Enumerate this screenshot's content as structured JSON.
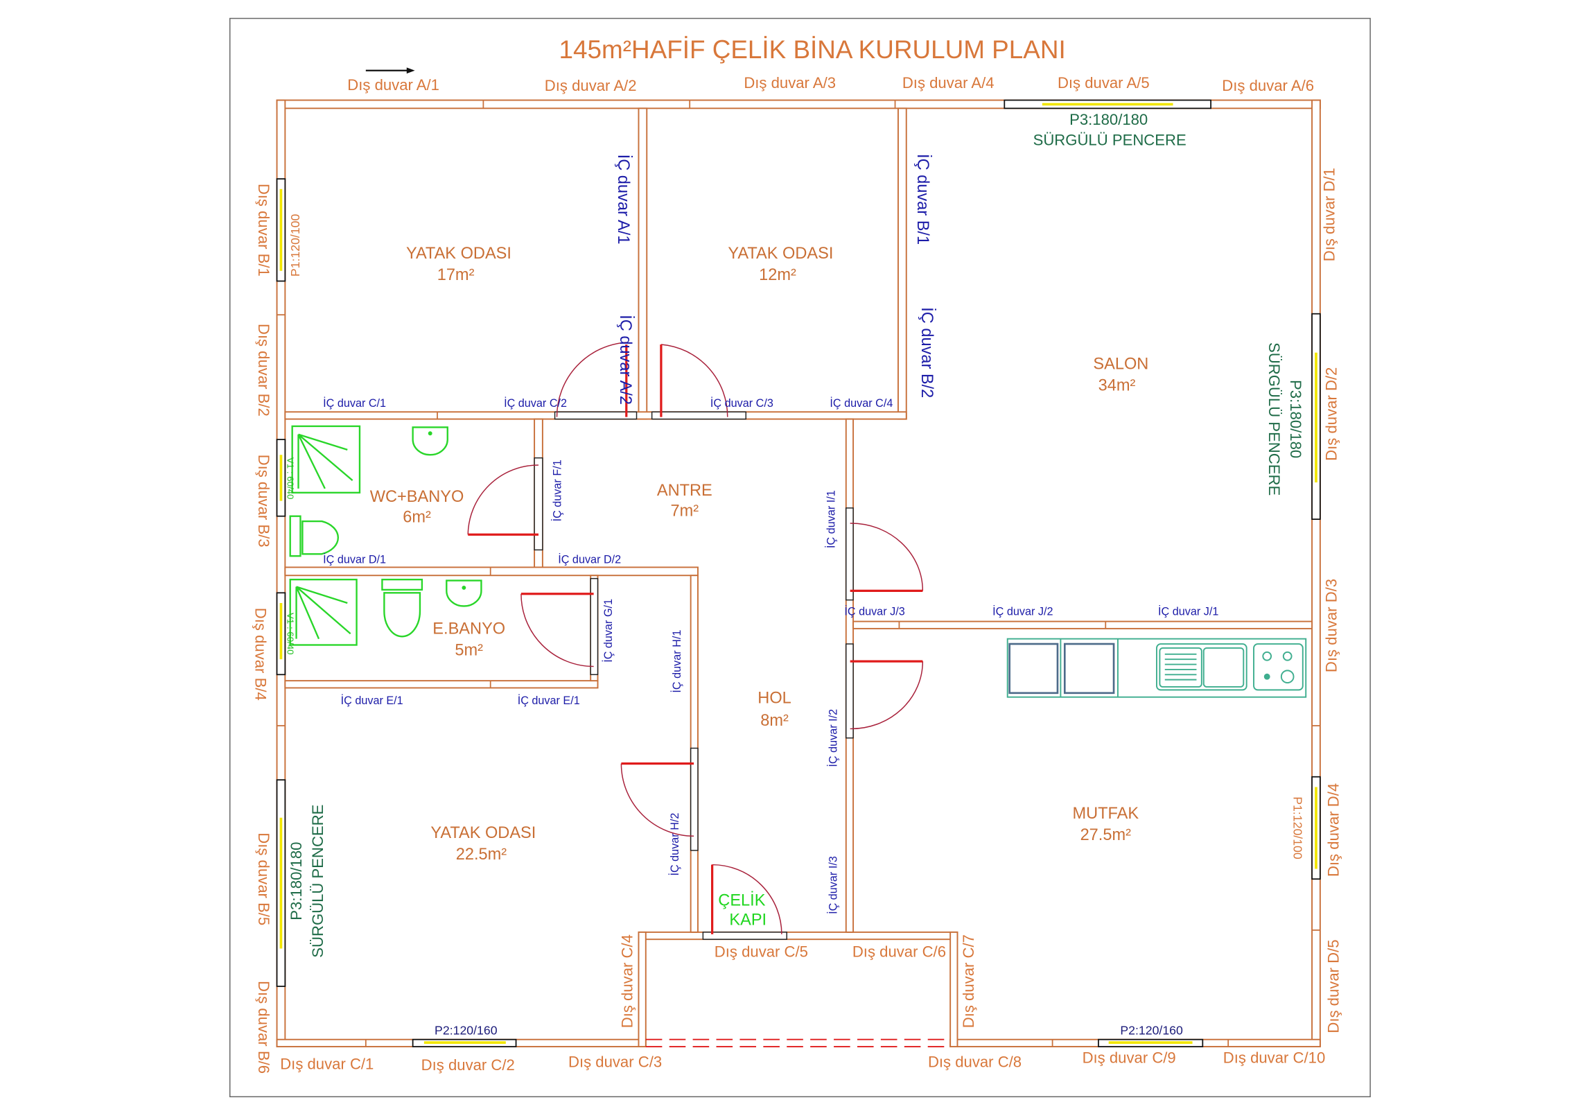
{
  "title": {
    "main": "145m²HAFİF ÇELİK BİNA KURULUM PLANI"
  },
  "colors": {
    "wall": "#c8703a",
    "text_orange": "#d8773a",
    "text_blue": "#1c1ca8",
    "window_label": "#1e6b47",
    "fixtures": "#29d629",
    "door_leaf": "#e01b1b"
  },
  "exterior_walls": {
    "top": [
      "Dış duvar  A/1",
      "Dış duvar  A/2",
      "Dış duvar  A/3",
      "Dış duvar  A/4",
      "Dış duvar  A/5",
      "Dış duvar  A/6"
    ],
    "left": [
      "Dış duvar  B/1",
      "Dış duvar  B/2",
      "Dış duvar  B/3",
      "Dış duvar  B/4",
      "Dış duvar  B/5",
      "Dış duvar  B/6"
    ],
    "right": [
      "Dış duvar  D/1",
      "Dış duvar  D/2",
      "Dış duvar  D/3",
      "Dış duvar  D/4",
      "Dış duvar  D/5"
    ],
    "bottom": [
      "Dış duvar  C/1",
      "Dış duvar  C/2",
      "Dış duvar  C/3",
      "Dış duvar  C/4",
      "Dış duvar  C/5",
      "Dış duvar  C/6",
      "Dış duvar  C/7",
      "Dış duvar  C/8",
      "Dış duvar  C/9",
      "Dış duvar  C/10"
    ]
  },
  "interior_walls": {
    "large": [
      "İÇ duvar  A/1",
      "İÇ duvar  A/2",
      "İÇ duvar  B/1",
      "İÇ duvar  B/2"
    ],
    "small": [
      "İÇ duvar  C/1",
      "İÇ duvar  C/2",
      "İÇ duvar  C/3",
      "İÇ duvar  C/4",
      "İÇ duvar  D/1",
      "İÇ duvar  D/2",
      "İÇ duvar  E/1",
      "İÇ duvar  E/1",
      "İÇ duvar  J/3",
      "İÇ duvar  J/2",
      "İÇ duvar  J/1",
      "İÇ duvar  F/1",
      "İÇ duvar  G/1",
      "İÇ duvar  H/1",
      "İÇ duvar  H/2",
      "İÇ duvar  I/1",
      "İÇ duvar  I/2",
      "İÇ duvar  I/3"
    ]
  },
  "rooms": [
    {
      "name": "YATAK ODASI",
      "area": "17m²"
    },
    {
      "name": "YATAK ODASI",
      "area": "12m²"
    },
    {
      "name": "SALON",
      "area": "34m²"
    },
    {
      "name": "WC+BANYO",
      "area": "6m²"
    },
    {
      "name": "ANTRE",
      "area": "7m²"
    },
    {
      "name": "E.BANYO",
      "area": "5m²"
    },
    {
      "name": "HOL",
      "area": "8m²"
    },
    {
      "name": "YATAK ODASI",
      "area": "22.5m²"
    },
    {
      "name": "MUTFAK",
      "area": "27.5m²"
    }
  ],
  "entrance": {
    "line1": "ÇELİK",
    "line2": "KAPI"
  },
  "windows": {
    "top_code": "P3:180/180",
    "top_type": "SÜRGÜLÜ PENCERE",
    "left_p1": "P1:120/100",
    "left_p3_code": "P3:180/180",
    "left_p3_type": "SÜRGÜLÜ PENCERE",
    "right_p3_code": "P3:180/180",
    "right_p3_type": "SÜRGÜLÜ PENCERE",
    "right_p1": "P1:120/100",
    "bottom_left_p2": "P2:120/160",
    "bottom_right_p2": "P2:120/160",
    "wc_v1": "V1 : 60/40",
    "ebanyo_v1": "V1 : 60/40"
  }
}
